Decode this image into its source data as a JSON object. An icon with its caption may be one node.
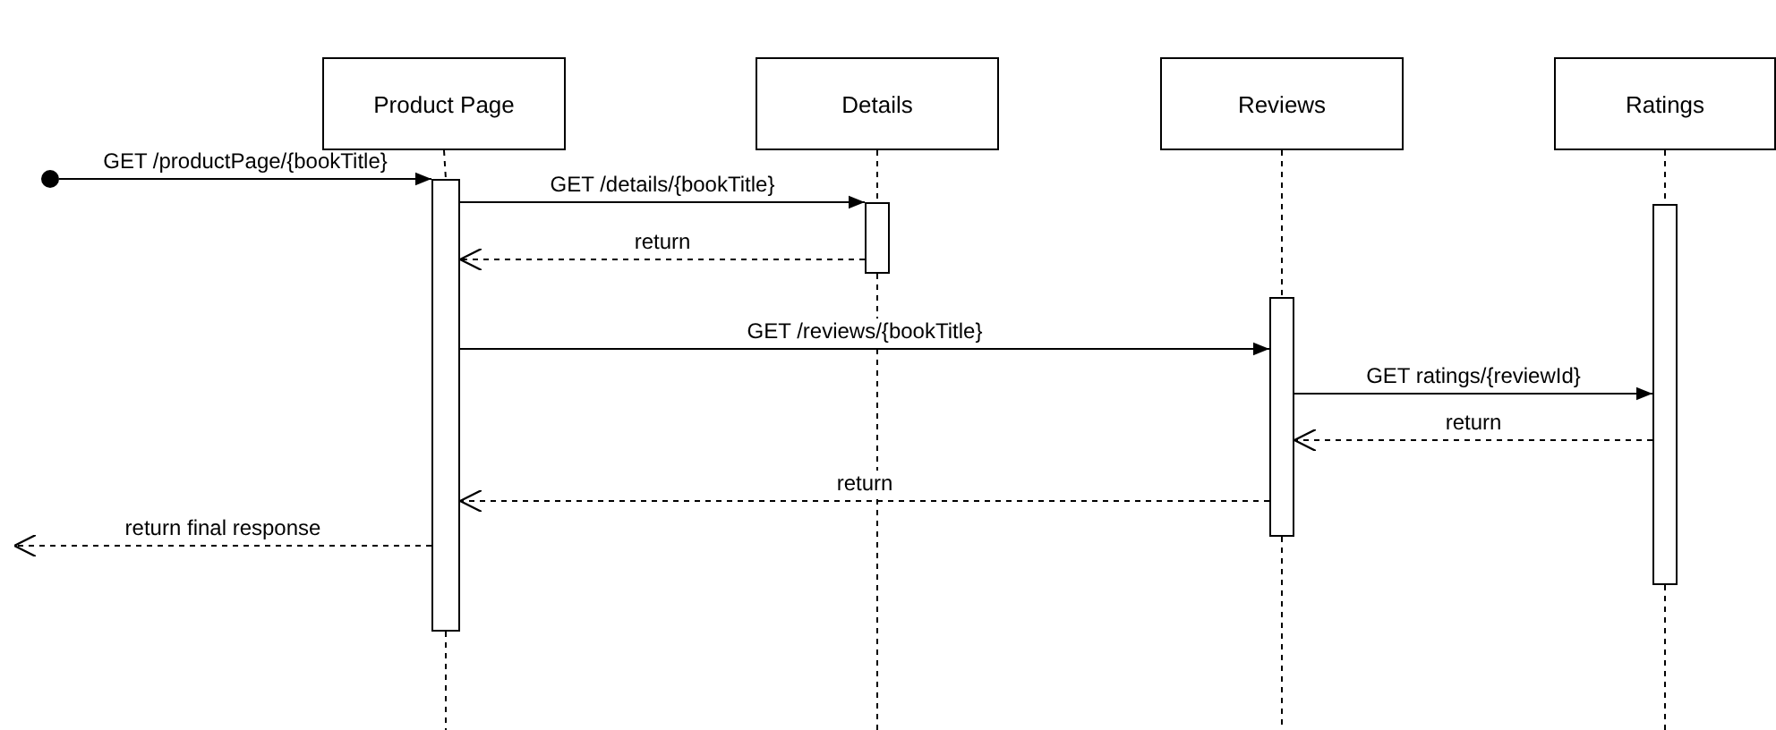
{
  "diagram": {
    "nodes": [
      {
        "text": [
          "Product Page"
        ]
      },
      {
        "text": [
          "Details"
        ]
      },
      {
        "text": [
          "Reviews"
        ]
      },
      {
        "text": [
          "Ratings"
        ]
      },
      {
        "text": [],
        "shape": "circle"
      },
      {
        "text": [],
        "shape": "bar"
      },
      {
        "text": [],
        "shape": "bar"
      },
      {
        "text": [],
        "shape": "bar"
      },
      {
        "text": [],
        "shape": "bar"
      }
    ],
    "edges": [
      {
        "from": 0,
        "to": 5,
        "arrow": "none",
        "style": "dashed"
      },
      {
        "from": 1,
        "to": 6,
        "arrow": "none",
        "style": "dashed"
      },
      {
        "from": 2,
        "to": 7,
        "arrow": "none",
        "style": "dashed"
      },
      {
        "from": 3,
        "to": 8,
        "arrow": "none",
        "style": "dashed"
      },
      {
        "from": 4,
        "to": 5,
        "arrow": "to",
        "label": "GET /productPage/{bookTitle}"
      },
      {
        "from": 5,
        "to": 6,
        "arrow": "to",
        "label": "GET /details/{bookTitle}"
      },
      {
        "from": 6,
        "to": 5,
        "arrow": "to",
        "label": "return",
        "style": "dashed"
      },
      {
        "from": 5,
        "to": 7,
        "arrow": "to",
        "label": "GET /reviews/{bookTitle}"
      },
      {
        "from": 7,
        "to": 8,
        "arrow": "to",
        "label": "GET ratings/{reviewId}"
      },
      {
        "from": 8,
        "to": 7,
        "arrow": "to",
        "label": "return",
        "style": "dashed"
      },
      {
        "from": 7,
        "to": 5,
        "arrow": "to",
        "label": "return",
        "style": "dashed"
      },
      {
        "from": 5,
        "to": null,
        "arrow": "to",
        "label": "return final response",
        "style": "dashed"
      }
    ]
  }
}
